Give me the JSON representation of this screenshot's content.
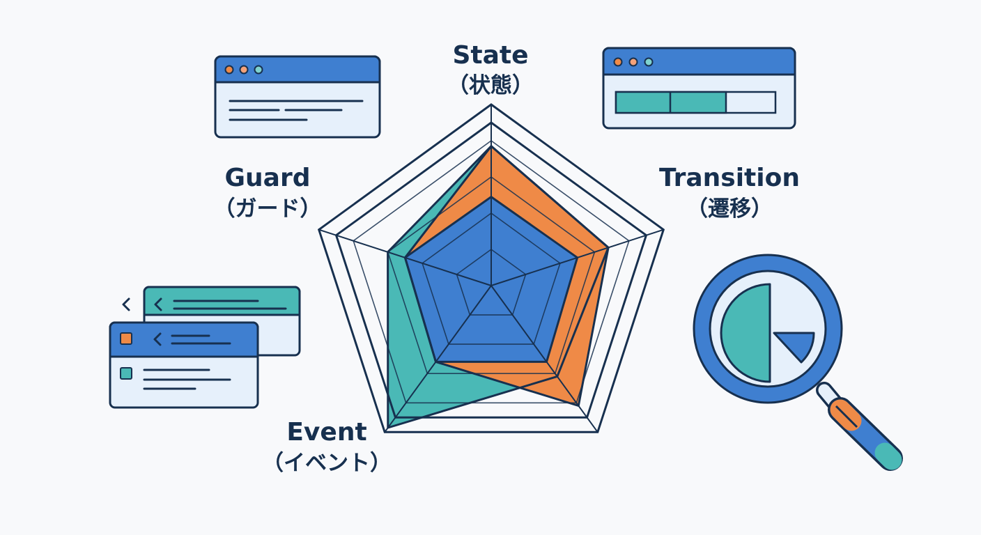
{
  "chart_data": {
    "type": "radar",
    "axes": [
      {
        "en": "State",
        "ja": "（状態）"
      },
      {
        "en": "Transition",
        "ja": "（遷移）"
      },
      {
        "en": "",
        "ja": ""
      },
      {
        "en": "Event",
        "ja": "（イベント）"
      },
      {
        "en": "Guard",
        "ja": "（ガード）"
      }
    ],
    "rings": 5,
    "max": 1.0,
    "series": [
      {
        "values": [
          0.77,
          0.68,
          0.62,
          0.97,
          0.6
        ],
        "color": "#4ab9b6"
      },
      {
        "values": [
          0.77,
          0.68,
          0.82,
          0.52,
          0.5
        ],
        "color": "#ef8a47"
      },
      {
        "values": [
          0.49,
          0.5,
          0.52,
          0.52,
          0.5
        ],
        "color": "#3f7fd0"
      }
    ]
  },
  "colors": {
    "navy": "#17304f",
    "blue": "#3f7fd0",
    "teal": "#4ab9b6",
    "orange": "#ef8a47",
    "panel": "#e6f0fb"
  },
  "icons": {
    "top_left": "text-window-icon",
    "top_right": "progress-window-icon",
    "bottom_left": "layered-list-windows-icon",
    "right": "magnifier-pie-icon"
  }
}
